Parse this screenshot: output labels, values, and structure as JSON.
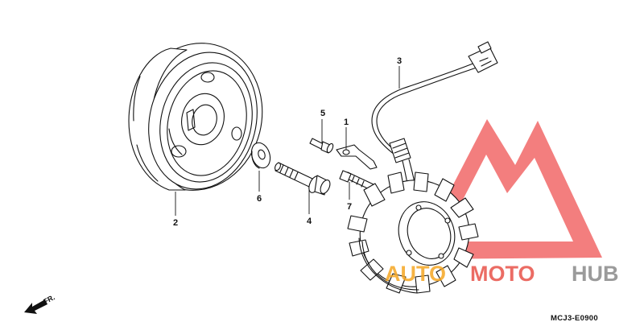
{
  "callouts": [
    {
      "id": "1",
      "label": "1"
    },
    {
      "id": "2",
      "label": "2"
    },
    {
      "id": "3",
      "label": "3"
    },
    {
      "id": "4",
      "label": "4"
    },
    {
      "id": "5",
      "label": "5"
    },
    {
      "id": "6",
      "label": "6"
    },
    {
      "id": "7",
      "label": "7"
    }
  ],
  "direction_label": "FR.",
  "diagram_code": "MCJ3-E0900",
  "watermark": {
    "part1": "AUTO",
    "part2": "MOTO",
    "part3": "HUB",
    "colors": {
      "triangle": "#f05a5a",
      "orange": "#f5a623",
      "red": "#e8534a",
      "grey": "#8a8a8a"
    }
  }
}
